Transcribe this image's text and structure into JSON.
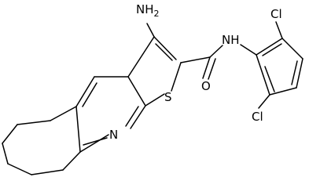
{
  "molecule": {
    "atoms": {
      "amino_n": "NH",
      "amino_h2": "2",
      "amide_nh": "NH",
      "carbonyl_o": "O",
      "thiophene_s": "S",
      "pyridine_n": "N",
      "cl_top": "Cl",
      "cl_bottom": "Cl"
    }
  }
}
